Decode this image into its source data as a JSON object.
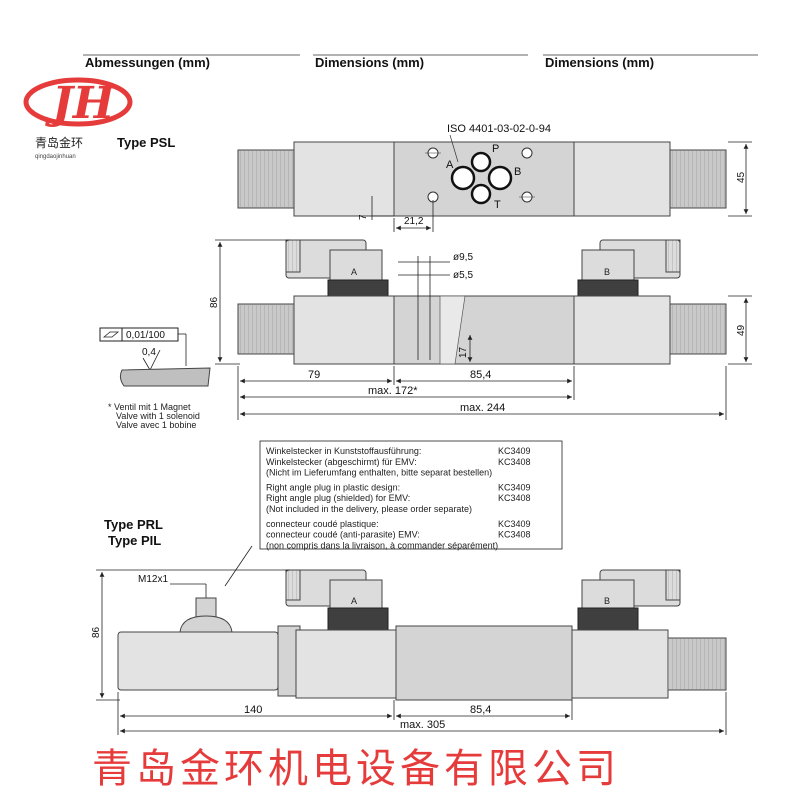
{
  "headers": {
    "col1": "Abmessungen (mm)",
    "col2": "Dimensions (mm)",
    "col3": "Dimensions (mm)"
  },
  "logo": {
    "glyph": "JH",
    "chinese": "青岛金环",
    "pinyin": "qingdaojinhuan",
    "brand_color": "#e63b3b"
  },
  "type_psl": "Type PSL",
  "iso_label": "ISO 4401-03-02-0-94",
  "ports": {
    "a": "A",
    "b": "B",
    "p": "P",
    "t": "T"
  },
  "dims": {
    "d45": "45",
    "d7": "7",
    "d21": "21,2",
    "d86_top": "86",
    "dia95": "ø9,5",
    "dia55": "ø5,5",
    "d49": "49",
    "d17": "17",
    "d79": "79",
    "d854_top": "85,4",
    "max172": "max. 172*",
    "max244": "max. 244",
    "flatness": "0,01/100",
    "rough": "0,4",
    "d86_bottom": "86",
    "m12": "M12x1",
    "d140": "140",
    "d854_bottom": "85,4",
    "max305": "max. 305"
  },
  "solenoid_note": [
    "* Ventil mit 1 Magnet",
    "Valve with 1 solenoid",
    "Valve avec 1 bobine"
  ],
  "plug_labels": {
    "a": "A",
    "b": "B"
  },
  "notes_box": {
    "lines": [
      {
        "text": "Winkelstecker in Kunststoffausführung:",
        "code": "KC3409"
      },
      {
        "text": "Winkelstecker (abgeschirmt) für EMV:",
        "code": "KC3408"
      },
      {
        "text": "(Nicht im Lieferumfang enthalten, bitte separat bestellen)",
        "code": ""
      },
      {
        "text": "Right angle plug in plastic design:",
        "code": "KC3409"
      },
      {
        "text": "Right angle plug (shielded) for EMV:",
        "code": "KC3408"
      },
      {
        "text": "(Not included in the delivery, please order separate)",
        "code": ""
      },
      {
        "text": "connecteur coudé plastique:",
        "code": "KC3409"
      },
      {
        "text": "connecteur coudé (anti-parasite)  EMV:",
        "code": "KC3408"
      },
      {
        "text": "(non compris dans la livraison, à commander séparément)",
        "code": ""
      }
    ]
  },
  "type_prl": "Type PRL",
  "type_pil": "Type PIL",
  "footer_company": "青岛金环机电设备有限公司"
}
